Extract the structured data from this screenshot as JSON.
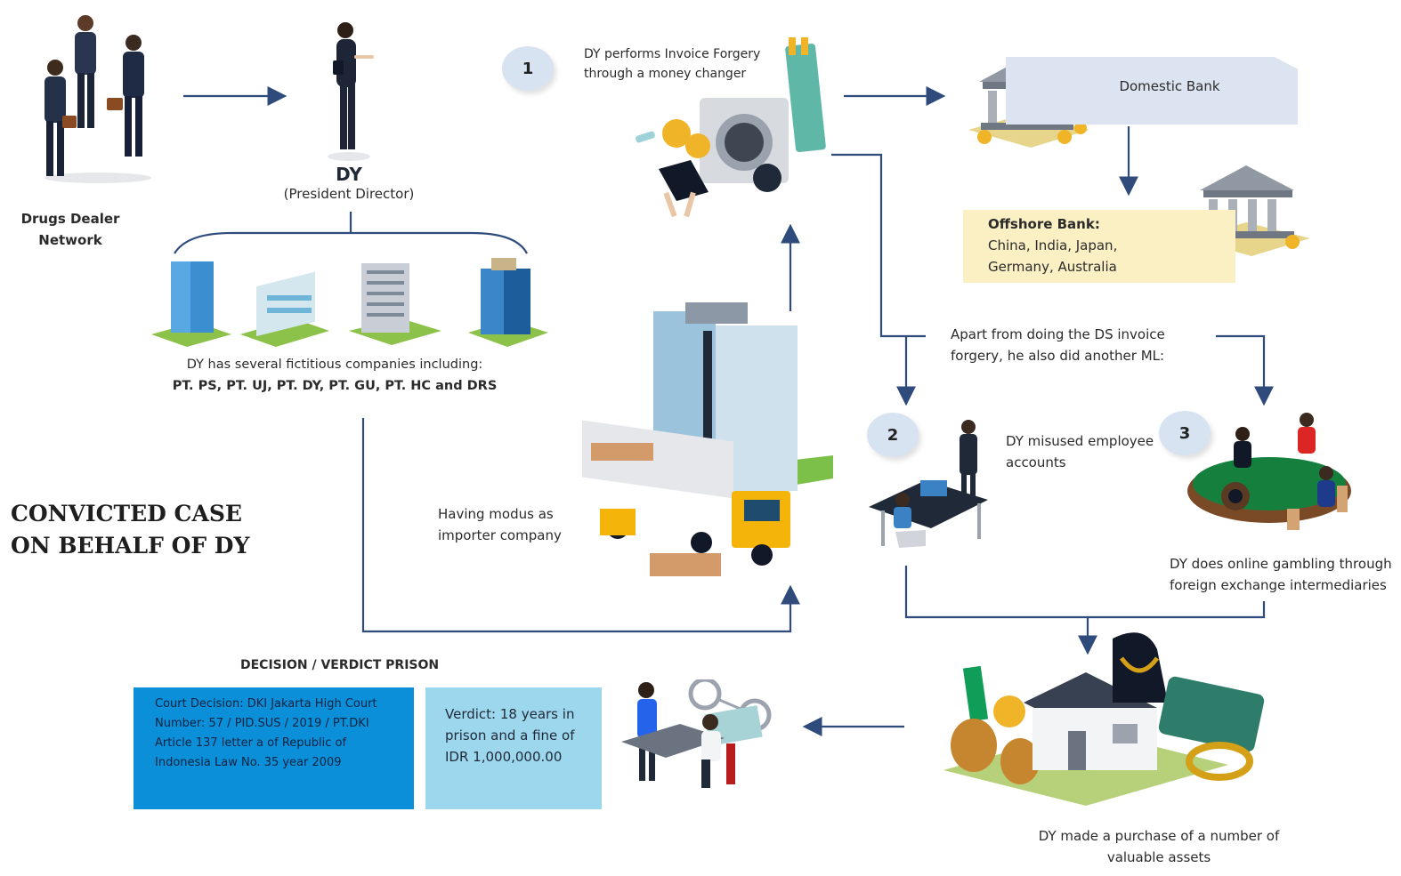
{
  "nodes": {
    "drugs_dealer": "Drugs Dealer\nNetwork",
    "dy_name": "DY",
    "dy_role": "(President Director)",
    "companies_line1": "DY has several fictitious companies including:",
    "companies_line2": "PT. PS, PT. UJ, PT. DY, PT. GU, PT. HC and DRS",
    "step1_text": "DY performs Invoice Forgery\nthrough a money changer",
    "domestic_bank": "Domestic Bank",
    "offshore_title": "Offshore Bank:",
    "offshore_list": "China, India, Japan,\nGermany, Australia",
    "apart_text": "Apart from doing the DS invoice\nforgery, he also did another ML:",
    "step2_text": "DY misused employee\naccounts",
    "step3_text": "DY does online gambling through\nforeign exchange intermediaries",
    "importer_text": "Having modus as\nimporter company",
    "assets_text": "DY made a purchase of a number of\nvaluable assets",
    "convicted_title": "CONVICTED CASE\nON BEHALF OF DY",
    "decision_title": "DECISION / VERDICT PRISON",
    "court_text": "Court Decision: DKI Jakarta High Court\nNumber: 57 / PID.SUS / 2019 / PT.DKI\nArticle 137 letter a of Republic of\nIndonesia Law No. 35 year 2009",
    "verdict_text": "Verdict: 18 years in\nprison and a fine of\nIDR 1,000,000.00"
  },
  "badges": {
    "one": "1",
    "two": "2",
    "three": "3"
  },
  "colors": {
    "arrow": "#2f4b7c",
    "court_box": "#0b8fd9",
    "verdict_box": "#9dd7ee",
    "bank_label": "#dbe4f0",
    "offshore_box": "#fbefc4",
    "badge": "#d7e3f1"
  },
  "icons": [
    "businessmen-handshake-icon",
    "woman-director-icon",
    "office-buildings-icon",
    "money-laundering-machine-icon",
    "bank-building-icon",
    "skyscraper-truck-icon",
    "office-desk-icon",
    "casino-table-icon",
    "valuable-assets-icon",
    "arrest-handcuffs-icon"
  ]
}
